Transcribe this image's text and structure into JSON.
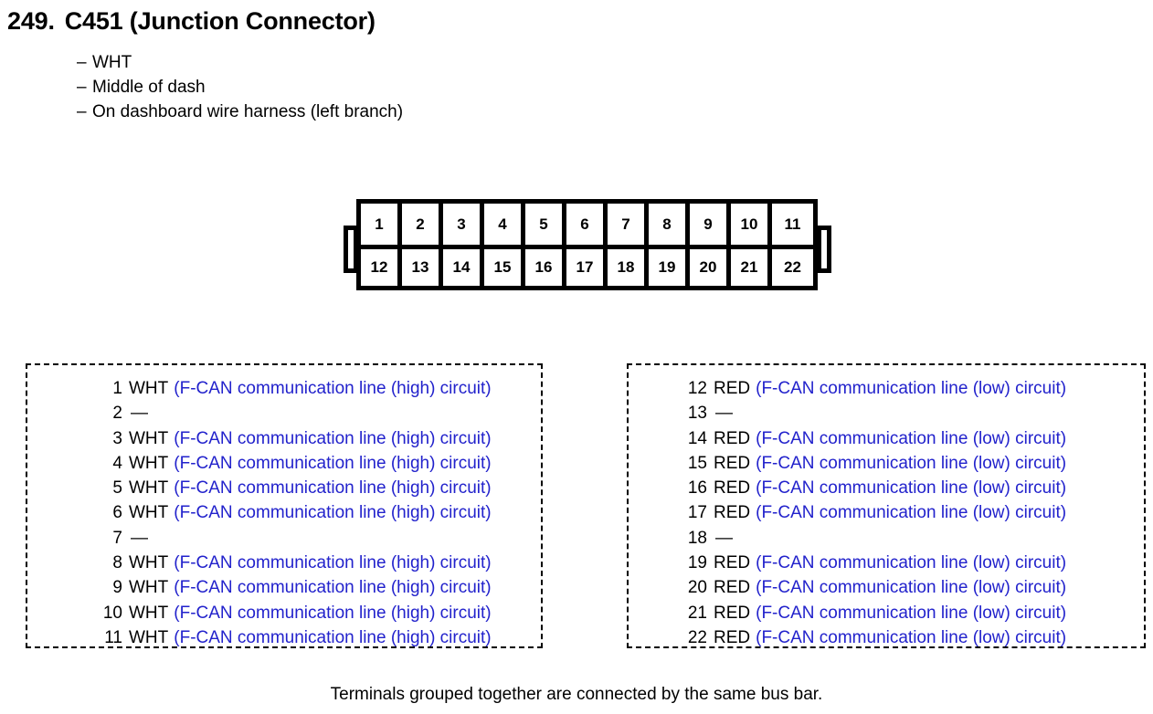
{
  "header": {
    "number": "249.",
    "title": "C451 (Junction Connector)",
    "bullets": [
      "WHT",
      "Middle of dash",
      "On dashboard wire harness (left branch)"
    ],
    "bullet_marker": "–"
  },
  "connector": {
    "top_row": [
      "1",
      "2",
      "3",
      "4",
      "5",
      "6",
      "7",
      "8",
      "9",
      "10",
      "11"
    ],
    "bottom_row": [
      "12",
      "13",
      "14",
      "15",
      "16",
      "17",
      "18",
      "19",
      "20",
      "21",
      "22"
    ]
  },
  "colors": {
    "circuit_text": "#2222cc",
    "outline": "#000000"
  },
  "empty_marker": "—",
  "pin_lists": [
    {
      "id": "left",
      "pins": [
        {
          "no": "1",
          "color": "WHT",
          "circuit": "(F-CAN communication line (high) circuit)"
        },
        {
          "no": "2",
          "color": "",
          "circuit": ""
        },
        {
          "no": "3",
          "color": "WHT",
          "circuit": "(F-CAN communication line (high) circuit)"
        },
        {
          "no": "4",
          "color": "WHT",
          "circuit": "(F-CAN communication line (high) circuit)"
        },
        {
          "no": "5",
          "color": "WHT",
          "circuit": "(F-CAN communication line (high) circuit)"
        },
        {
          "no": "6",
          "color": "WHT",
          "circuit": "(F-CAN communication line (high) circuit)"
        },
        {
          "no": "7",
          "color": "",
          "circuit": ""
        },
        {
          "no": "8",
          "color": "WHT",
          "circuit": "(F-CAN communication line (high) circuit)"
        },
        {
          "no": "9",
          "color": "WHT",
          "circuit": "(F-CAN communication line (high) circuit)"
        },
        {
          "no": "10",
          "color": "WHT",
          "circuit": "(F-CAN communication line (high) circuit)"
        },
        {
          "no": "11",
          "color": "WHT",
          "circuit": "(F-CAN communication line (high) circuit)"
        }
      ]
    },
    {
      "id": "right",
      "pins": [
        {
          "no": "12",
          "color": "RED",
          "circuit": "(F-CAN communication line (low) circuit)"
        },
        {
          "no": "13",
          "color": "",
          "circuit": ""
        },
        {
          "no": "14",
          "color": "RED",
          "circuit": "(F-CAN communication line (low) circuit)"
        },
        {
          "no": "15",
          "color": "RED",
          "circuit": "(F-CAN communication line (low) circuit)"
        },
        {
          "no": "16",
          "color": "RED",
          "circuit": "(F-CAN communication line (low) circuit)"
        },
        {
          "no": "17",
          "color": "RED",
          "circuit": "(F-CAN communication line (low) circuit)"
        },
        {
          "no": "18",
          "color": "",
          "circuit": ""
        },
        {
          "no": "19",
          "color": "RED",
          "circuit": "(F-CAN communication line (low) circuit)"
        },
        {
          "no": "20",
          "color": "RED",
          "circuit": "(F-CAN communication line (low) circuit)"
        },
        {
          "no": "21",
          "color": "RED",
          "circuit": "(F-CAN communication line (low) circuit)"
        },
        {
          "no": "22",
          "color": "RED",
          "circuit": "(F-CAN communication line (low) circuit)"
        }
      ]
    }
  ],
  "footnote": "Terminals grouped together are connected by the same bus bar."
}
